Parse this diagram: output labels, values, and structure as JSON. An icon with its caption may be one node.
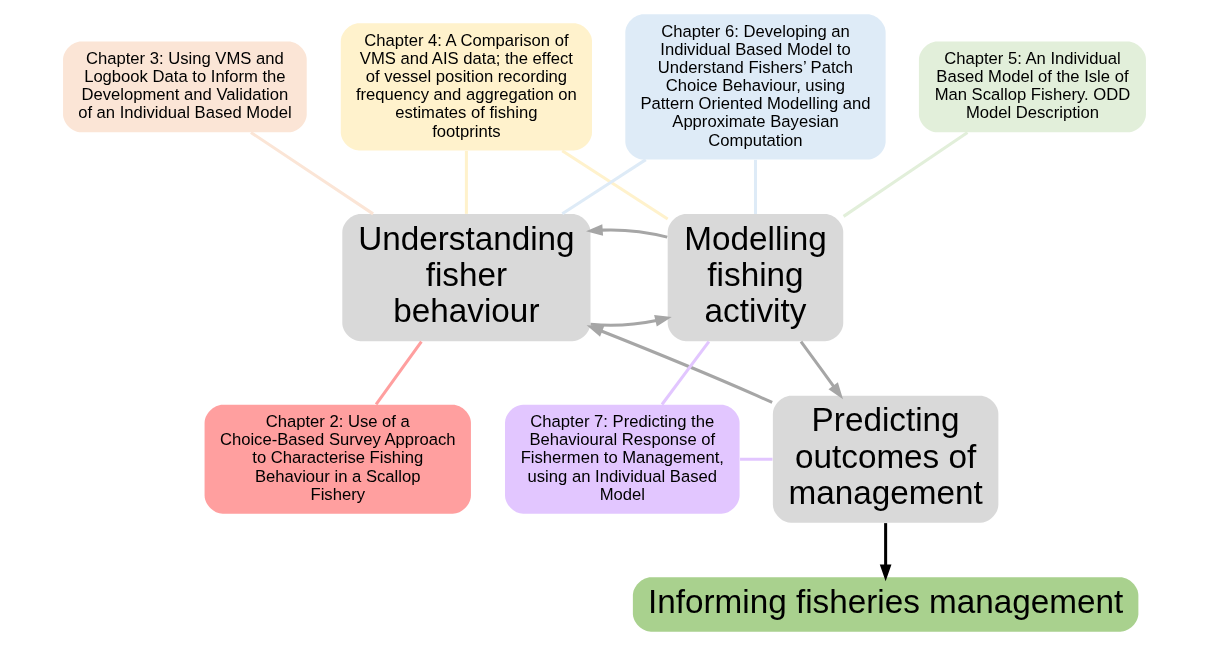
{
  "diagram": {
    "nodes": [
      {
        "text": [
          "Chapter 4: A Comparison of VMS and AIS data; the effect of vessel position recording frequency and aggregation on estimates of fishing footprints"
        ]
      },
      {
        "text": [
          "Chapter 5: An Individual Based Model of the Isle of Man Scallop Fishery. ODD Model Description"
        ]
      },
      {
        "text": [
          "Chapter 3: Using VMS and Logbook Data to Inform the Development and Validation of an Individual Based Model"
        ]
      },
      {
        "text": [
          "Understanding fisher behaviour"
        ]
      },
      {
        "text": [
          "Modelling fishing activity"
        ]
      },
      {
        "text": [
          "Chapter 6: Developing an Individual Based Model to Understand Fishers’ Patch Choice Behaviour, using Pattern Oriented Modelling and Approximate Bayesian Computation"
        ]
      },
      {
        "text": [
          "Chapter 2: Use of a Choice-Based Survey Approach to Characterise Fishing Behaviour in a Scallop Fishery"
        ]
      },
      {
        "text": [
          "Predicting outcomes of management"
        ]
      },
      {
        "text": [
          "Chapter 7: Predicting the Behavioural Response of Fishermen to Management, using an Individual Based Model"
        ]
      },
      {
        "text": [
          "Informing fisheries management"
        ]
      }
    ],
    "edges": [
      {
        "from": 3,
        "to": 4,
        "arrow": "to"
      },
      {
        "from": 4,
        "to": 3,
        "arrow": "to"
      },
      {
        "from": 7,
        "to": 3,
        "arrow": "to"
      },
      {
        "from": 4,
        "to": 7,
        "arrow": "to"
      },
      {
        "from": 7,
        "to": 9,
        "arrow": "to",
        "color": "#000000"
      },
      {
        "from": 0,
        "to": 3,
        "arrow": "none",
        "color": "#fff2cc"
      },
      {
        "from": 0,
        "to": 4,
        "arrow": "none",
        "color": "#fff2cc"
      },
      {
        "from": 1,
        "to": 4,
        "arrow": "none",
        "color": "#e2efda"
      },
      {
        "from": 2,
        "to": 3,
        "arrow": "none",
        "color": "#fbe5d6"
      },
      {
        "from": 5,
        "to": 3,
        "arrow": "none",
        "color": "#deebf7"
      },
      {
        "from": 5,
        "to": 4,
        "arrow": "none",
        "color": "#deebf7"
      },
      {
        "from": 6,
        "to": 3,
        "arrow": "none",
        "color": "#ff9f9f"
      },
      {
        "from": 8,
        "to": 4,
        "arrow": "none",
        "color": "#e2c6ff"
      },
      {
        "from": 8,
        "to": 7,
        "arrow": "none",
        "color": "#e2c6ff"
      }
    ]
  }
}
